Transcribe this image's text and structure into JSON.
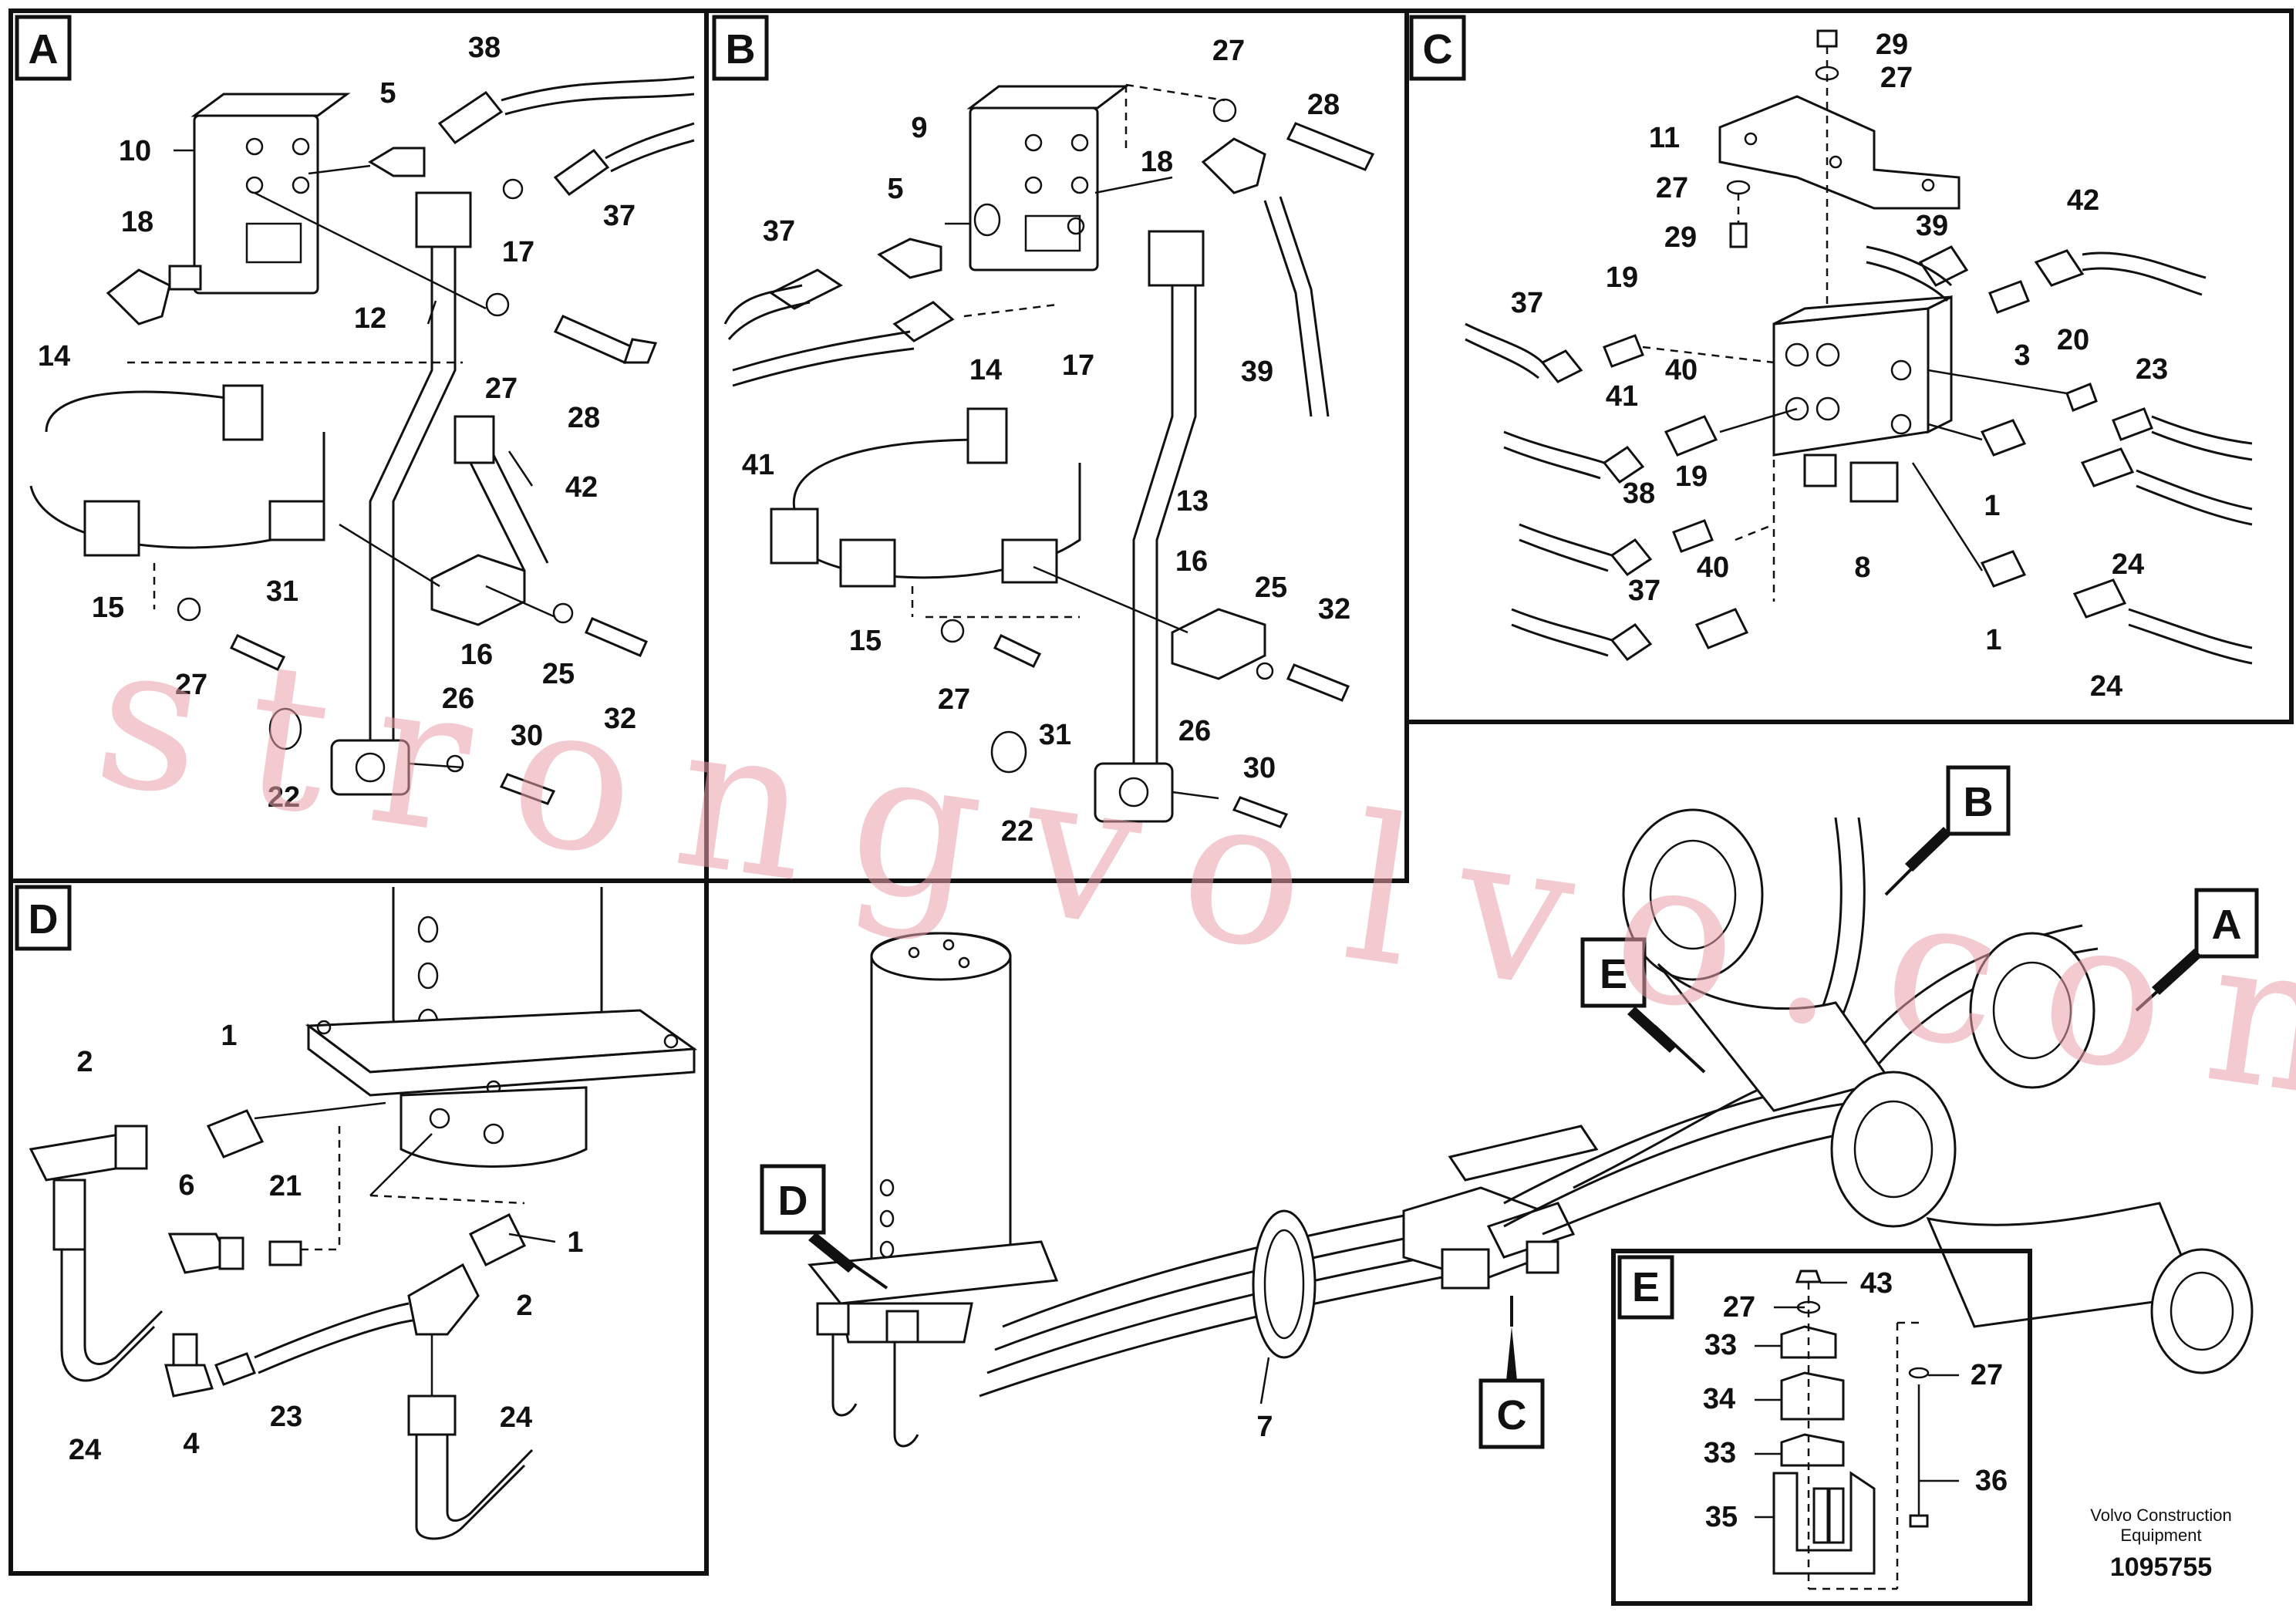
{
  "panels": {
    "A": {
      "label": "A",
      "callouts": [
        "38",
        "5",
        "10",
        "18",
        "37",
        "17",
        "12",
        "14",
        "27",
        "28",
        "42",
        "15",
        "31",
        "27",
        "16",
        "25",
        "32",
        "26",
        "30",
        "22"
      ]
    },
    "B": {
      "label": "B",
      "callouts": [
        "27",
        "28",
        "9",
        "18",
        "5",
        "37",
        "17",
        "39",
        "14",
        "41",
        "13",
        "16",
        "25",
        "32",
        "15",
        "27",
        "31",
        "26",
        "30",
        "22"
      ]
    },
    "C": {
      "label": "C",
      "callouts": [
        "29",
        "27",
        "11",
        "27",
        "29",
        "42",
        "39",
        "37",
        "19",
        "3",
        "20",
        "23",
        "40",
        "41",
        "1",
        "38",
        "19",
        "24",
        "8",
        "37",
        "40",
        "1",
        "24"
      ]
    },
    "D": {
      "label": "D",
      "callouts": [
        "2",
        "1",
        "6",
        "21",
        "1",
        "2",
        "24",
        "4",
        "23",
        "24"
      ]
    },
    "E": {
      "label": "E",
      "callouts": [
        "43",
        "27",
        "33",
        "27",
        "34",
        "33",
        "36",
        "35"
      ]
    }
  },
  "main": {
    "callouts": [
      "B",
      "A",
      "E",
      "D",
      "C",
      "7"
    ]
  },
  "footer": {
    "company_line1": "Volvo Construction",
    "company_line2": "Equipment",
    "drawing_number": "1095755"
  },
  "watermark": "strongvolvo.com"
}
